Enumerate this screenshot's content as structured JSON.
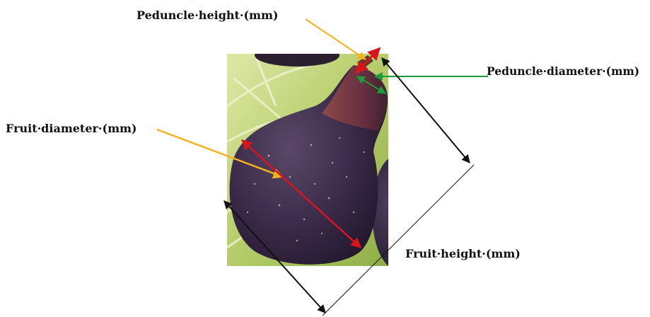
{
  "labels": {
    "peduncle_height": "Peduncle·height·(mm)",
    "peduncle_diameter": "Peduncle·diameter·(mm)",
    "fruit_diameter": "Fruit·diameter·(mm)",
    "fruit_height": "Fruit·height·(mm)"
  },
  "colors": {
    "label_arrow": "#f5b21a",
    "measure_red": "#d8151c",
    "peduncle_diameter_arrow": "#1e9a3c",
    "fruit_height_arrow": "#111111",
    "fig_skin": "#3b2a4c",
    "leaf_background": "#c9d98a"
  },
  "image": {
    "subject": "fig-fruit-photo"
  }
}
